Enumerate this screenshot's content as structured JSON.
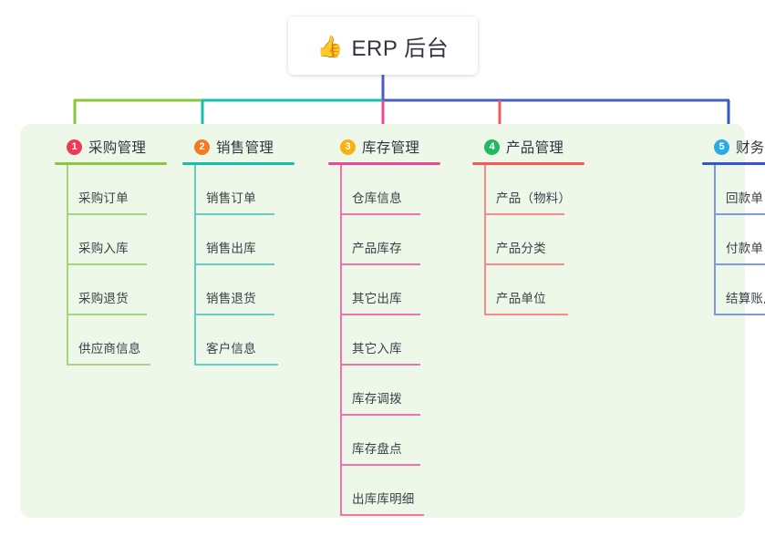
{
  "root": {
    "icon": "thumbs-up-icon",
    "icon_glyph": "👍",
    "title": "ERP 后台"
  },
  "colors": {
    "panel_bg": "#eef8e9",
    "stem": "#4a5fc1",
    "bar_left": "#8cc63f",
    "bar_mid": "#14c0ac",
    "bar_right": "#4a5fc1",
    "text": "#2f3640"
  },
  "columns": [
    {
      "index": "1",
      "badge_color": "#ec3b57",
      "line_color": "#8cc63f",
      "leaf_line_color": "#a9d47f",
      "title": "采购管理",
      "items": [
        "采购订单",
        "采购入库",
        "采购退货",
        "供应商信息"
      ]
    },
    {
      "index": "2",
      "badge_color": "#f47a20",
      "line_color": "#14c0ac",
      "leaf_line_color": "#63cfc4",
      "title": "销售管理",
      "items": [
        "销售订单",
        "销售出库",
        "销售退货",
        "客户信息"
      ]
    },
    {
      "index": "3",
      "badge_color": "#f5b210",
      "line_color": "#ec4899",
      "leaf_line_color": "#ef73ad",
      "title": "库存管理",
      "items": [
        "仓库信息",
        "产品库存",
        "其它出库",
        "其它入库",
        "库存调拨",
        "库存盘点",
        "出库库明细"
      ]
    },
    {
      "index": "4",
      "badge_color": "#22b95e",
      "line_color": "#f4595c",
      "leaf_line_color": "#f88a8c",
      "title": "产品管理",
      "items": [
        "产品（物料）",
        "产品分类",
        "产品单位"
      ]
    },
    {
      "index": "5",
      "badge_color": "#29ace3",
      "line_color": "#3557c9",
      "leaf_line_color": "#7f9ae0",
      "title": "财务管理",
      "items": [
        "回款单",
        "付款单",
        "结算账户"
      ]
    }
  ]
}
